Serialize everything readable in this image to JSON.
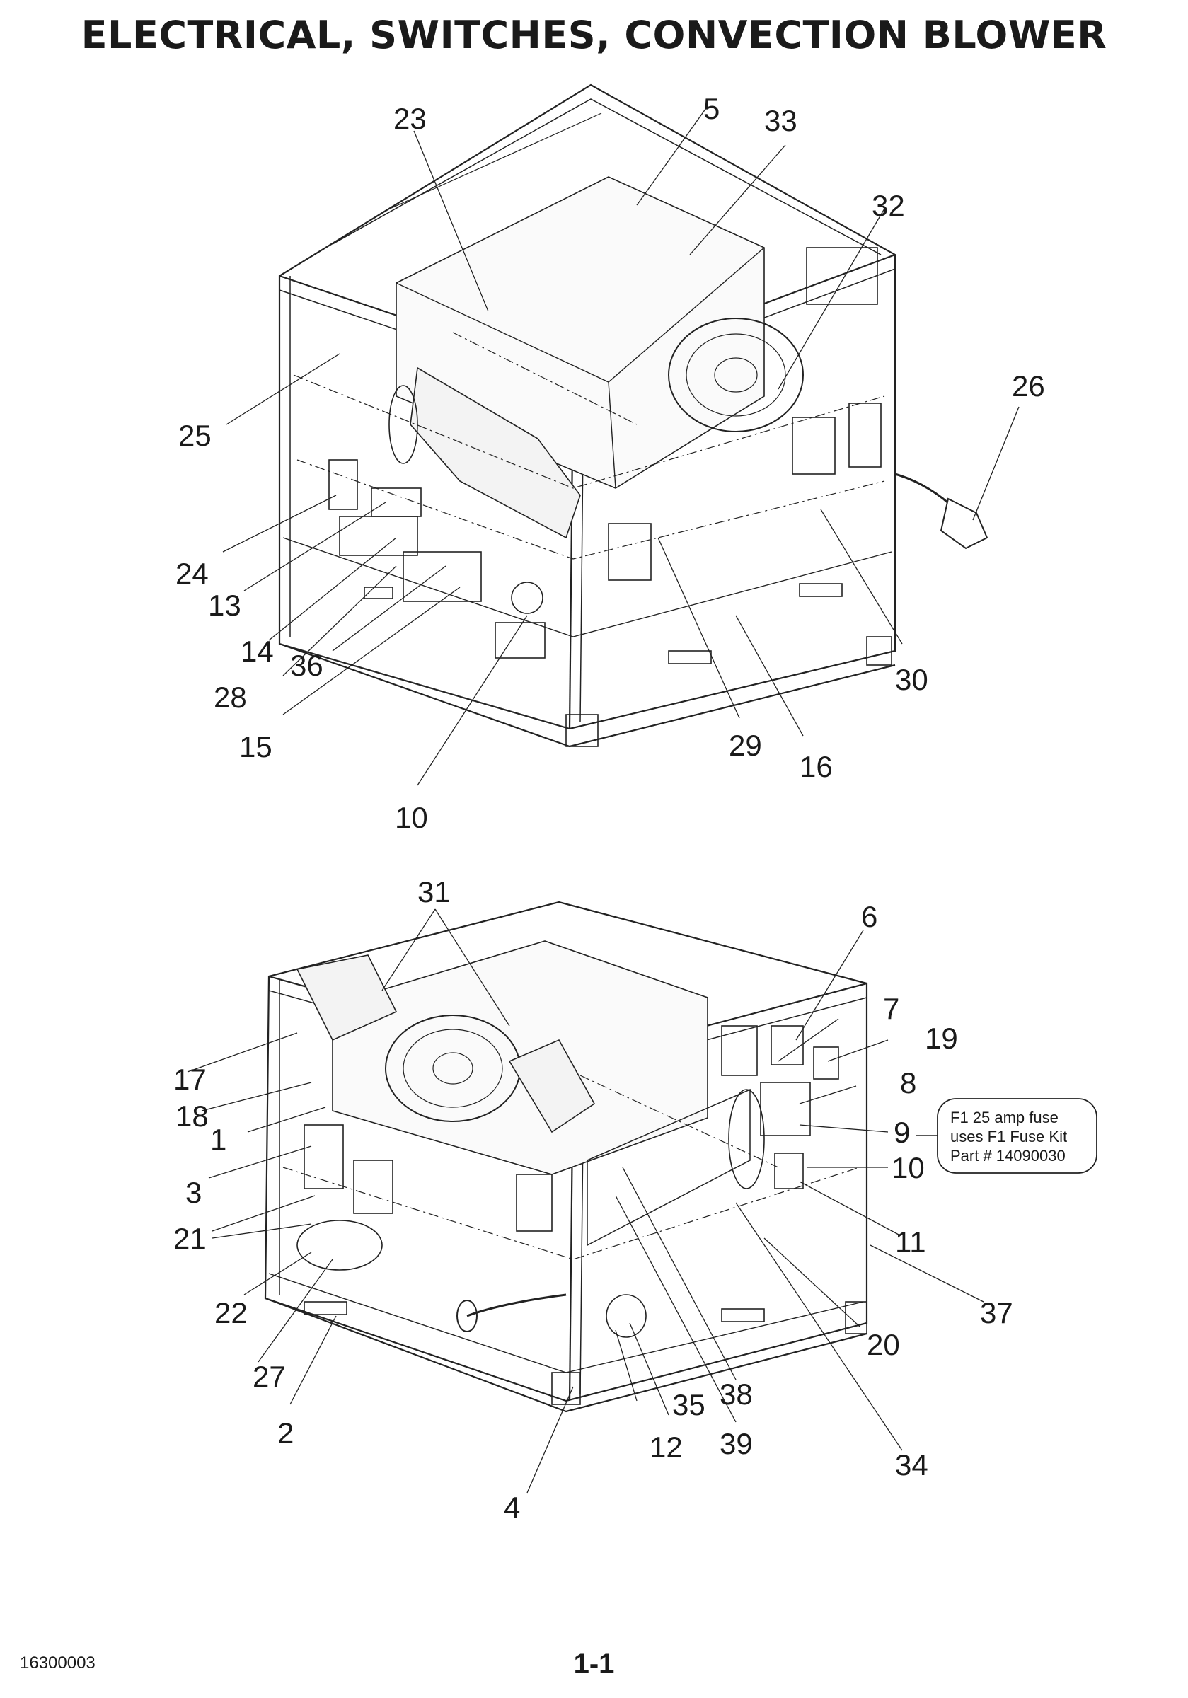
{
  "page": {
    "title": "ELECTRICAL, SWITCHES, CONVECTION BLOWER",
    "doc_number": "16300003",
    "page_number": "1-1"
  },
  "top_view": {
    "callouts": [
      "23",
      "5",
      "33",
      "32",
      "26",
      "25",
      "24",
      "13",
      "14",
      "28",
      "36",
      "15",
      "10",
      "29",
      "16",
      "30"
    ]
  },
  "bottom_view": {
    "callouts": [
      "31",
      "6",
      "7",
      "19",
      "8",
      "9",
      "10",
      "11",
      "37",
      "20",
      "34",
      "38",
      "39",
      "12",
      "35",
      "4",
      "2",
      "27",
      "22",
      "21",
      "3",
      "1",
      "18",
      "17"
    ]
  },
  "fuse_note": {
    "line1": "F1 25 amp fuse",
    "line2": "uses F1 Fuse Kit",
    "line3": "Part # 14090030"
  }
}
